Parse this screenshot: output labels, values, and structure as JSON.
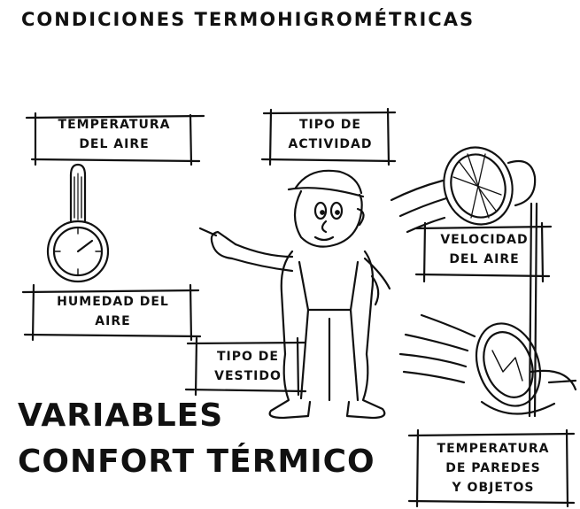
{
  "title": "CONDICIONES TERMOHIGROMÉTRICAS",
  "labels": {
    "temperatura_aire": [
      "TEMPERATURA",
      "DEL AIRE"
    ],
    "tipo_actividad": [
      "TIPO DE",
      "ACTIVIDAD"
    ],
    "velocidad_aire": [
      "VELOCIDAD",
      "DEL AIRE"
    ],
    "humedad_aire": [
      "HUMEDAD DEL",
      "AIRE"
    ],
    "tipo_vestido": [
      "TIPO DE",
      "VESTIDO"
    ],
    "temperatura_paredes": [
      "TEMPERATURA",
      "DE PAREDES",
      "Y OBJETOS"
    ]
  },
  "big_title": [
    "VARIABLES",
    "CONFORT TÉRMICO"
  ],
  "colors": {
    "ink": "#111111",
    "paper": "#ffffff"
  },
  "icons": [
    "thermometer-icon",
    "worker-figure",
    "fan-icon",
    "floor-fan-icon"
  ]
}
